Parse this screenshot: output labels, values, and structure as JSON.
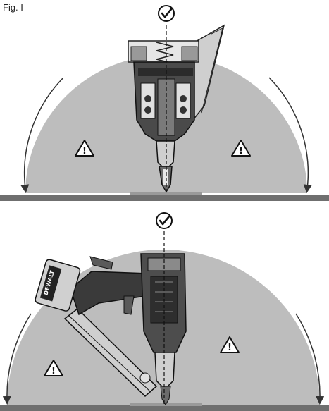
{
  "figure": {
    "label": "Fig. I"
  },
  "panels": [
    {
      "id": "front-view",
      "check_symbol": "check-circle-icon",
      "warning_symbol": "warning-triangle-icon"
    },
    {
      "id": "side-view",
      "check_symbol": "check-circle-icon",
      "warning_symbol": "warning-triangle-icon",
      "tool_brand": "DEWALT"
    }
  ],
  "colors": {
    "zone_fill": "#bdbdbd",
    "zone_stroke": "#6a6a6a",
    "surface": "#6f6f6f",
    "tool_dark": "#3a3a3a"
  }
}
